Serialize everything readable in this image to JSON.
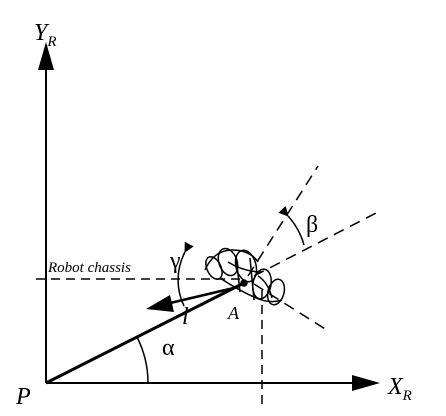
{
  "labels": {
    "y_axis_main": "Y",
    "y_axis_sub": "R",
    "x_axis_main": "X",
    "x_axis_sub": "R",
    "origin": "P",
    "alpha": "α",
    "beta": "β",
    "gamma": "γ",
    "length": "l",
    "point": "A",
    "chassis": "Robot chassis"
  },
  "colors": {
    "stroke": "#000000",
    "background": "#ffffff"
  }
}
